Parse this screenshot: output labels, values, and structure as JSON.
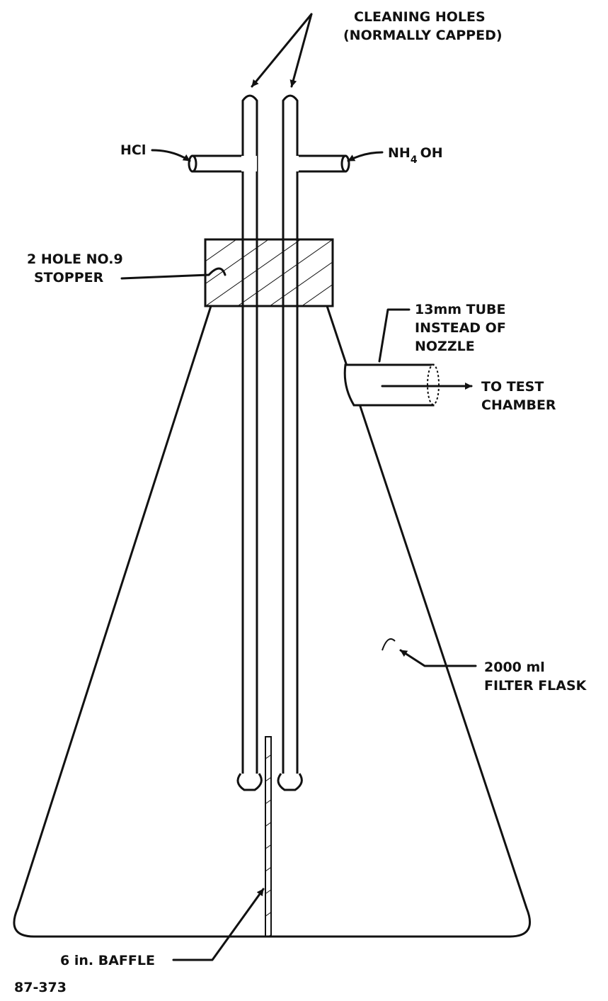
{
  "labels": {
    "cleaning_holes_line1": "CLEANING HOLES",
    "cleaning_holes_line2": "(NORMALLY CAPPED)",
    "hcl": "HCl",
    "nh4oh_main": "NH",
    "nh4oh_sub": "4",
    "nh4oh_tail": "OH",
    "stopper_line1": "2 HOLE NO.9",
    "stopper_line2": "STOPPER",
    "tube_line1": "13mm TUBE",
    "tube_line2": "INSTEAD OF",
    "tube_line3": "NOZZLE",
    "test_line1": "TO TEST",
    "test_line2": "CHAMBER",
    "flask_line1": "2000 ml",
    "flask_line2": "FILTER FLASK",
    "baffle": "6 in. BAFFLE",
    "figure_number": "87-373"
  },
  "colors": {
    "ink": "#111111",
    "paper": "#ffffff"
  }
}
